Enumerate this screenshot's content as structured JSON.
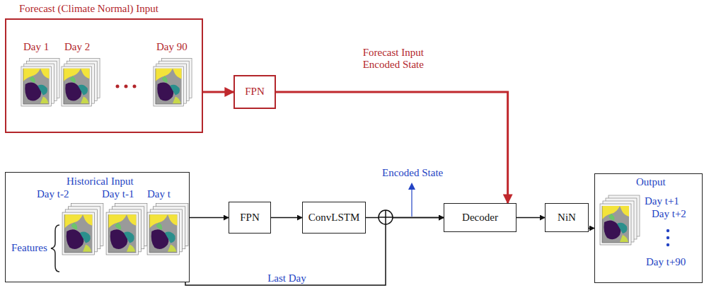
{
  "diagram": {
    "nodes": [
      {
        "text": [
          "Forecast (Climate Normal) Input",
          "Day 1",
          "Day 2",
          "Day 90"
        ]
      },
      {
        "text": [
          "FPN"
        ]
      },
      {
        "text": [
          "Historical Input",
          "Day t-2",
          "Day t-1",
          "Day t",
          "Features"
        ]
      },
      {
        "text": [
          "FPN"
        ]
      },
      {
        "text": [
          "ConvLSTM"
        ]
      },
      {
        "text": [
          "Decoder"
        ]
      },
      {
        "text": [
          "NiN"
        ]
      },
      {
        "text": [
          "Output",
          "Day t+1",
          "Day t+2",
          "Day t+90"
        ]
      }
    ],
    "edges": [
      {
        "from": 0,
        "to": 1,
        "arrow": "to"
      },
      {
        "from": 1,
        "to": 5,
        "arrow": "to",
        "label": "Forecast Input Encoded State"
      },
      {
        "from": 2,
        "to": 3,
        "arrow": "to"
      },
      {
        "from": 3,
        "to": 4,
        "arrow": "to"
      },
      {
        "from": 4,
        "to": 5,
        "arrow": "to"
      },
      {
        "from": 2,
        "to": 5,
        "arrow": "to",
        "label": "Last Day"
      },
      {
        "from": 5,
        "to": 6,
        "arrow": "to"
      },
      {
        "from": 6,
        "to": 7,
        "arrow": "to"
      }
    ],
    "labels": [
      "Encoded State"
    ]
  }
}
